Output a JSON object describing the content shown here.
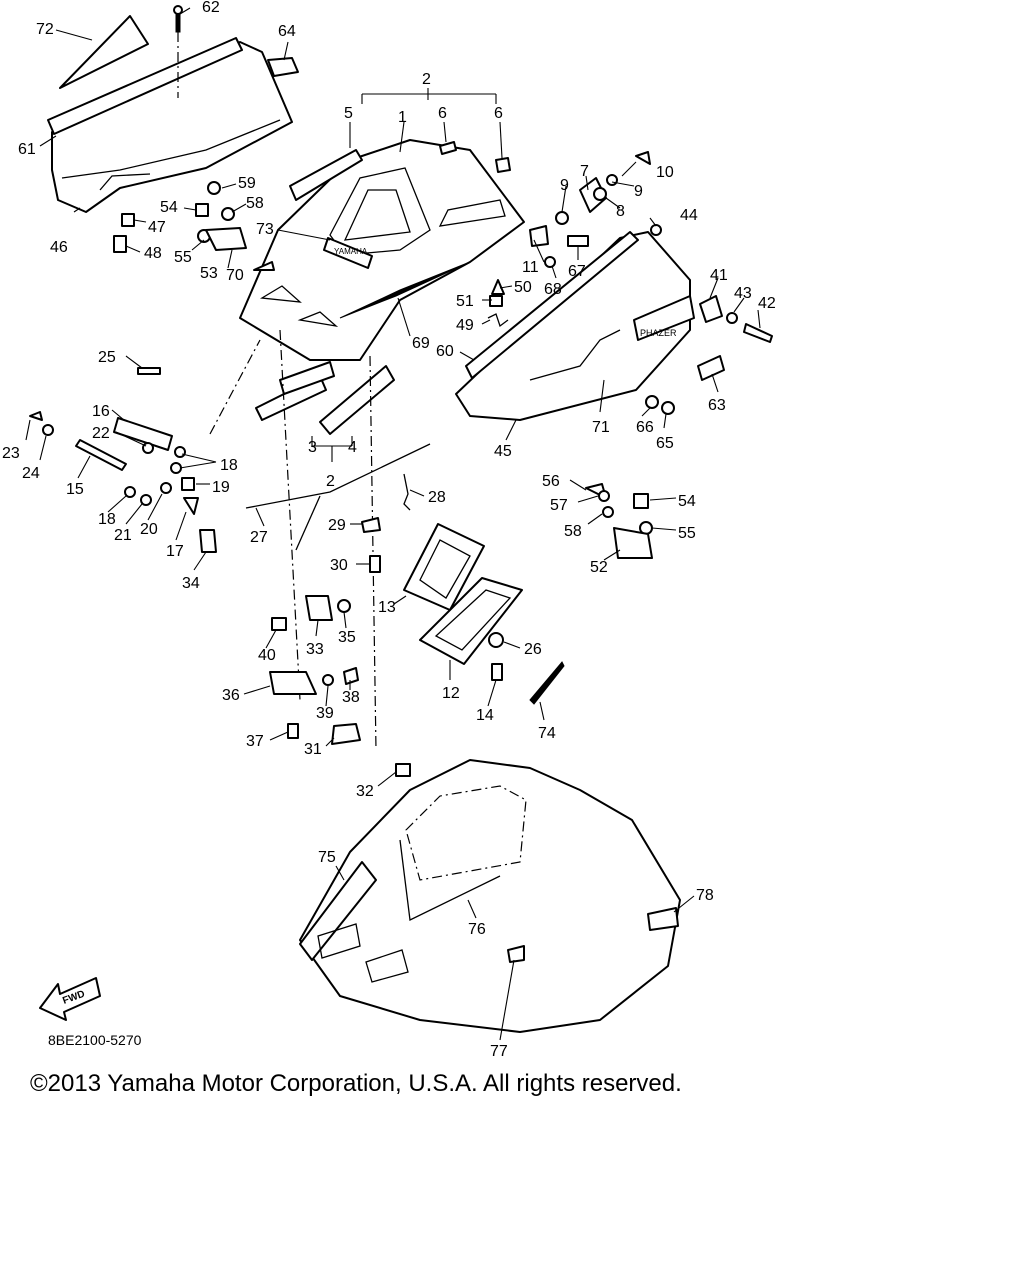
{
  "drawing_code": "8BE2100-5270",
  "copyright": "©2013 Yamaha Motor Corporation, U.S.A. All rights reserved.",
  "fwd_label": "FWD",
  "brand_decal": "YAMAHA",
  "side_decal": "PHAZER",
  "diagram_labels": {
    "p1": "1",
    "p2a": "2",
    "p2b": "2",
    "p3": "3",
    "p4": "4",
    "p5": "5",
    "p6a": "6",
    "p6b": "6",
    "p7": "7",
    "p8": "8",
    "p9a": "9",
    "p9b": "9",
    "p10": "10",
    "p11": "11",
    "p12": "12",
    "p13": "13",
    "p14": "14",
    "p15": "15",
    "p16": "16",
    "p17": "17",
    "p18a": "18",
    "p18b": "18",
    "p19": "19",
    "p20": "20",
    "p21": "21",
    "p22": "22",
    "p23": "23",
    "p24": "24",
    "p25": "25",
    "p26": "26",
    "p27": "27",
    "p28": "28",
    "p29": "29",
    "p30": "30",
    "p31": "31",
    "p32": "32",
    "p33": "33",
    "p34": "34",
    "p35": "35",
    "p36": "36",
    "p37": "37",
    "p38": "38",
    "p39": "39",
    "p40": "40",
    "p41": "41",
    "p42": "42",
    "p43": "43",
    "p44": "44",
    "p45": "45",
    "p46": "46",
    "p47": "47",
    "p48": "48",
    "p49": "49",
    "p50": "50",
    "p51": "51",
    "p52": "52",
    "p53": "53",
    "p54a": "54",
    "p54b": "54",
    "p55a": "55",
    "p55b": "55",
    "p56": "56",
    "p57": "57",
    "p58a": "58",
    "p58b": "58",
    "p59": "59",
    "p60": "60",
    "p61": "61",
    "p62": "62",
    "p63": "63",
    "p64": "64",
    "p65": "65",
    "p66": "66",
    "p67": "67",
    "p68": "68",
    "p69": "69",
    "p70": "70",
    "p71": "71",
    "p72": "72",
    "p73": "73",
    "p74": "74",
    "p75": "75",
    "p76": "76",
    "p77": "77",
    "p78": "78"
  }
}
